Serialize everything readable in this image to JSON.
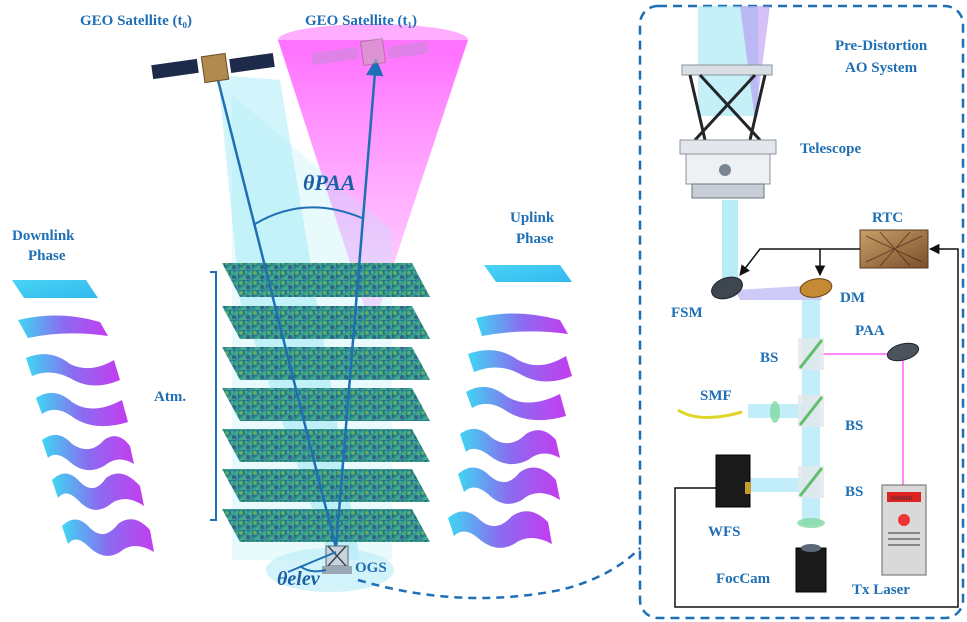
{
  "left": {
    "geo_sat_t0": "GEO Satellite (t₀)",
    "geo_sat_t1": "GEO Satellite (t₁)",
    "theta_paa": "θPAA",
    "downlink_phase": [
      "Downlink",
      "Phase"
    ],
    "uplink_phase": [
      "Uplink",
      "Phase"
    ],
    "atm": "Atm.",
    "theta_elev": "θelev",
    "ogs": "OGS"
  },
  "right": {
    "title": [
      "Pre-Distortion",
      "AO System"
    ],
    "telescope": "Telescope",
    "rtc": "RTC",
    "fsm": "FSM",
    "dm": "DM",
    "paa": "PAA",
    "bs1": "BS",
    "bs2": "BS",
    "bs3": "BS",
    "smf": "SMF",
    "wfs": "WFS",
    "foccam": "FocCam",
    "tx_laser": "Tx Laser",
    "danger": "DANGER"
  },
  "colors": {
    "accent_blue": "#1f6fb5",
    "magenta_cone": "#ff66ff",
    "cyan_beam": "#8fe3f2",
    "dashed_border": "#1f6fb5"
  }
}
